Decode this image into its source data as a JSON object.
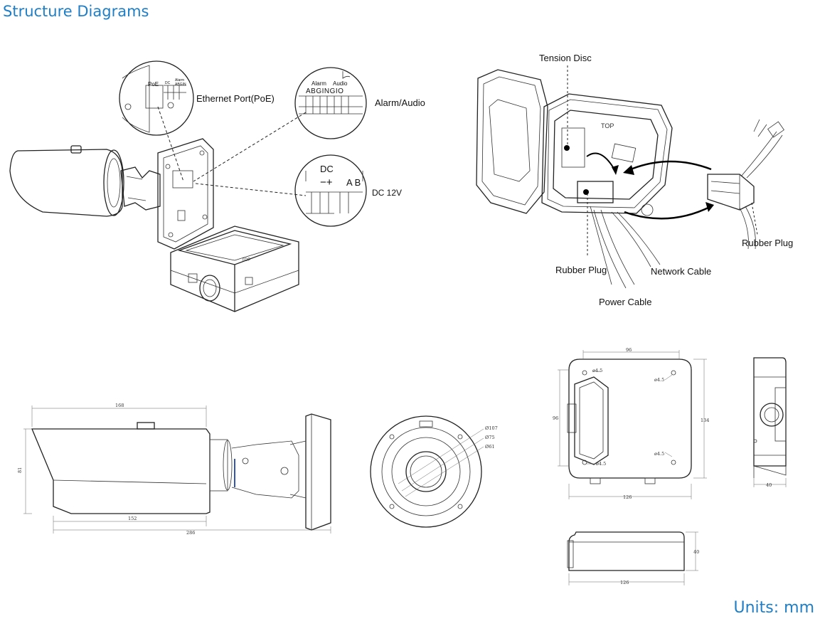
{
  "title": "Structure Diagrams",
  "units": "Units: mm",
  "callouts": {
    "ethernet": "Ethernet Port(PoE)",
    "alarm_audio": "Alarm/Audio",
    "dc": "DC 12V",
    "tension_disc": "Tension Disc",
    "rubber_plug_right": "Rubber Plug",
    "rubber_plug_bottom": "Rubber Plug",
    "network_cable": "Network Cable",
    "power_cable": "Power Cable"
  },
  "inset_text": {
    "poe": "PoE",
    "dc_small": "DC",
    "alarm_small": "Alarm",
    "abgin_small": "ABGIN",
    "alarm": "Alarm",
    "audio": "Audio",
    "abgingio": "ABGINGIO",
    "dc": "DC",
    "minus_plus": "−+",
    "ab": "A B",
    "top_open_box": "TOP",
    "top_junction": "TOP"
  },
  "dimensions": {
    "side_top": "168",
    "side_height": "81",
    "side_bottom1": "152",
    "side_bottom2": "286",
    "front_d1": "Ø107",
    "front_d2": "Ø75",
    "front_d3": "Ø61",
    "box_top": "96",
    "box_left": "96",
    "box_right": "134",
    "box_bottom": "126",
    "hole_tl": "ø4.5",
    "hole_tr": "ø4.5",
    "hole_bl": "ø4.5",
    "hole_br": "ø4.5",
    "box_side_w": "40",
    "box_lower_h": "40",
    "box_lower_w": "126"
  }
}
